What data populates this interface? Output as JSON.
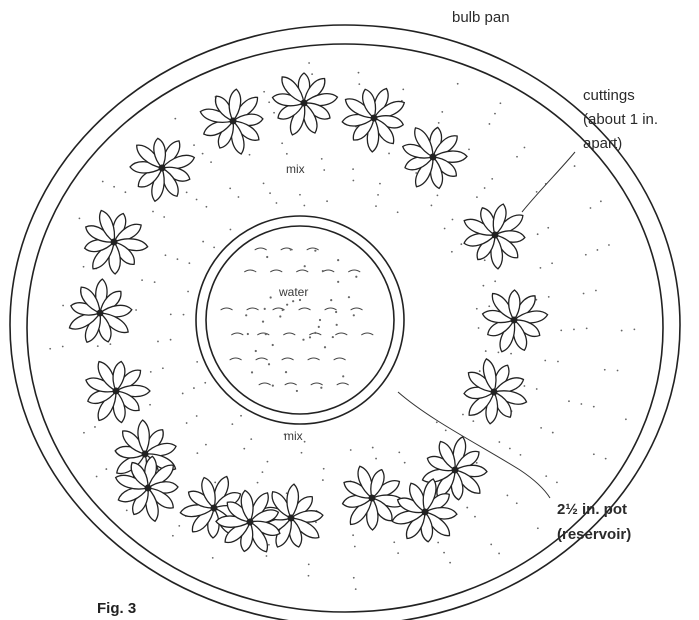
{
  "labels": {
    "bulb_pan": "bulb pan",
    "cuttings_line1": "cuttings",
    "cuttings_line2": "(about 1 in.",
    "cuttings_line3": "apart)",
    "mix_top": "mix",
    "water": "water",
    "mix_bottom": "mix",
    "pot_line1": "2½ in. pot",
    "pot_line2": "(reservoir)",
    "figure_caption": "Fig. 3"
  },
  "illustration": {
    "cutting_count": 19,
    "outer_container": "bulb-pan",
    "inner_container": "reservoir-pot",
    "line_color": "#222222"
  }
}
